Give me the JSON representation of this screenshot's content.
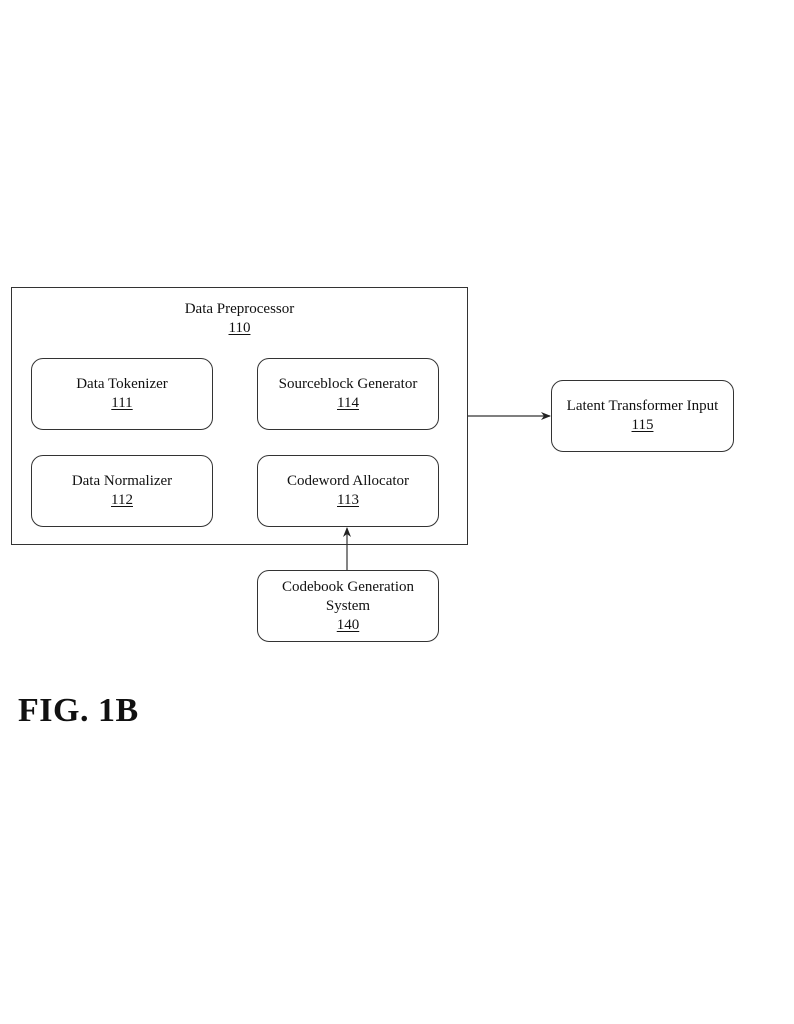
{
  "figure_label": "FIG. 1B",
  "preprocessor": {
    "label": "Data Preprocessor",
    "number": "110"
  },
  "components": [
    {
      "label": "Data Tokenizer",
      "number": "111"
    },
    {
      "label": "Sourceblock Generator",
      "number": "114"
    },
    {
      "label": "Data Normalizer",
      "number": "112"
    },
    {
      "label": "Codeword Allocator",
      "number": "113"
    }
  ],
  "output": {
    "label": "Latent Transformer Input",
    "number": "115"
  },
  "codebook": {
    "label_line1": "Codebook Generation",
    "label_line2": "System",
    "number": "140"
  }
}
